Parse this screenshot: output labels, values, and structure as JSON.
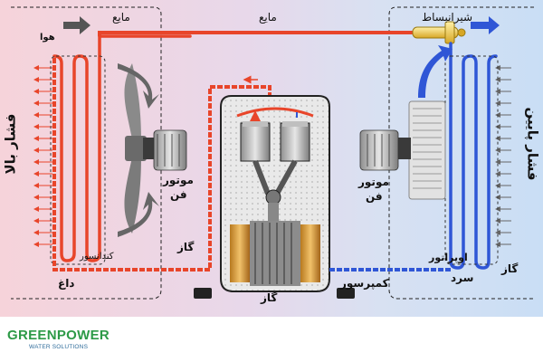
{
  "labels": {
    "liquid_top": "مایع",
    "liquid_left": "مایع",
    "air": "هوا",
    "expansion_valve": "شیرانبساط",
    "high_pressure": "فشار بالا",
    "low_pressure": "فشار پایین",
    "fan_motor_left_line1": "موتور",
    "fan_motor_left_line2": "فن",
    "fan_motor_right_line1": "موتور",
    "fan_motor_right_line2": "فن",
    "condenser": "کندانسور",
    "hot": "داغ",
    "gas_left": "گاز",
    "gas_bottom": "گاز",
    "compressor": "کمپرسور",
    "evaporator": "اوپراتور",
    "gas_right": "گاز",
    "cold": "سرد"
  },
  "brand": {
    "name": "GREENPOWER",
    "tagline": "WATER SOLUTIONS"
  },
  "colors": {
    "hot_pipe": "#e8452a",
    "cold_pipe": "#2f56d6",
    "bg_left": "#f4d4de",
    "bg_right": "#cfe0f6",
    "brand_green": "#2d9a47"
  }
}
